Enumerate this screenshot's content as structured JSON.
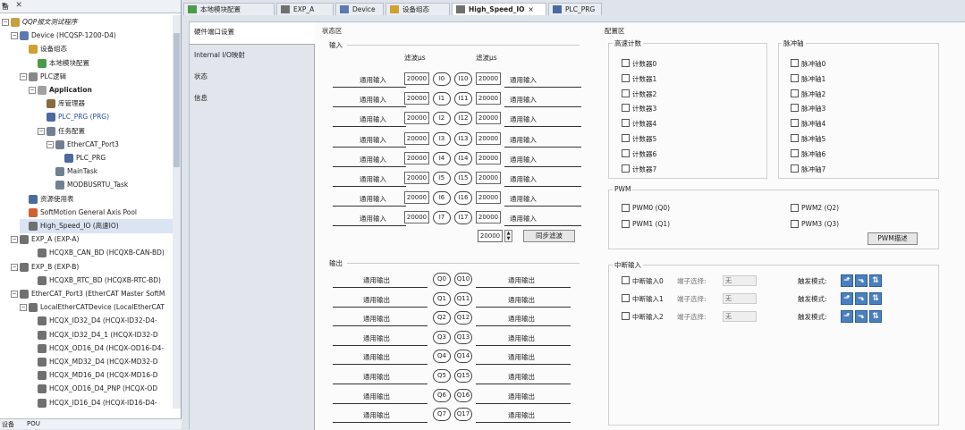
{
  "left_panel": {
    "title": "备",
    "tree": [
      {
        "label": "QQP报文测试程序",
        "indent": 0,
        "toggle": "−",
        "color": "#c8a040",
        "italic": true
      },
      {
        "label": "Device (HCQSP-1200-D4)",
        "indent": 1,
        "toggle": "−",
        "color": "#5a7ab0"
      },
      {
        "label": "设备组态",
        "indent": 2,
        "toggle": "",
        "color": "#d0a030"
      },
      {
        "label": "本地模块配置",
        "indent": 3,
        "toggle": "",
        "color": "#4a9a4a"
      },
      {
        "label": "PLC逻辑",
        "indent": 2,
        "toggle": "−",
        "color": "#888888"
      },
      {
        "label": "Application",
        "indent": 3,
        "toggle": "−",
        "color": "#a0a0a0",
        "bold": true
      },
      {
        "label": "库管理器",
        "indent": 4,
        "toggle": "",
        "color": "#8a6a40"
      },
      {
        "label": "PLC_PRG (PRG)",
        "indent": 4,
        "toggle": "",
        "color": "#4a6aa0",
        "blue": true
      },
      {
        "label": "任务配置",
        "indent": 4,
        "toggle": "−",
        "color": "#708090"
      },
      {
        "label": "EtherCAT_Port3",
        "indent": 5,
        "toggle": "−",
        "color": "#708090"
      },
      {
        "label": "PLC_PRG",
        "indent": 6,
        "toggle": "",
        "color": "#4a6aa0"
      },
      {
        "label": "MainTask",
        "indent": 5,
        "toggle": "",
        "color": "#708090"
      },
      {
        "label": "MODBUSRTU_Task",
        "indent": 5,
        "toggle": "",
        "color": "#708090"
      },
      {
        "label": "资源使用表",
        "indent": 2,
        "toggle": "",
        "color": "#4a6aa0"
      },
      {
        "label": "SoftMotion General Axis Pool",
        "indent": 2,
        "toggle": "",
        "color": "#d06030"
      },
      {
        "label": "High_Speed_IO (高速IO)",
        "indent": 2,
        "toggle": "",
        "color": "#707070",
        "selected": true
      },
      {
        "label": "EXP_A (EXP-A)",
        "indent": 1,
        "toggle": "−",
        "color": "#707070"
      },
      {
        "label": "HCQXB_CAN_BD (HCQXB-CAN-BD)",
        "indent": 3,
        "toggle": "",
        "color": "#707070"
      },
      {
        "label": "EXP_B (EXP-B)",
        "indent": 1,
        "toggle": "−",
        "color": "#707070"
      },
      {
        "label": "HCQXB_RTC_BD (HCQXB-RTC-BD)",
        "indent": 3,
        "toggle": "",
        "color": "#707070"
      },
      {
        "label": "EtherCAT_Port3 (EtherCAT Master SoftM",
        "indent": 1,
        "toggle": "−",
        "color": "#707070"
      },
      {
        "label": "LocalEtherCATDevice (LocalEtherCAT",
        "indent": 2,
        "toggle": "−",
        "color": "#707070"
      },
      {
        "label": "HCQX_ID32_D4 (HCQX-ID32-D4-",
        "indent": 3,
        "toggle": "",
        "color": "#707070"
      },
      {
        "label": "HCQX_ID32_D4_1 (HCQX-ID32-D",
        "indent": 3,
        "toggle": "",
        "color": "#707070"
      },
      {
        "label": "HCQX_OD16_D4 (HCQX-OD16-D4-",
        "indent": 3,
        "toggle": "",
        "color": "#707070"
      },
      {
        "label": "HCQX_MD32_D4 (HCQX-MD32-D",
        "indent": 3,
        "toggle": "",
        "color": "#707070"
      },
      {
        "label": "HCQX_MD16_D4 (HCQX-MD16-D",
        "indent": 3,
        "toggle": "",
        "color": "#707070"
      },
      {
        "label": "HCQX_OD16_D4_PNP (HCQX-OD",
        "indent": 3,
        "toggle": "",
        "color": "#707070"
      },
      {
        "label": "HCQX_ID16_D4 (HCQX-ID16-D4-",
        "indent": 3,
        "toggle": "",
        "color": "#707070"
      }
    ],
    "bottom_tabs": [
      "设备",
      "POU"
    ]
  },
  "tabs": [
    {
      "label": "本地模块配置",
      "color": "#4a9a4a"
    },
    {
      "label": "EXP_A",
      "color": "#707070"
    },
    {
      "label": "Device",
      "color": "#5a7ab0"
    },
    {
      "label": "设备组态",
      "color": "#d0a030"
    },
    {
      "label": "High_Speed_IO",
      "color": "#707070",
      "active": true,
      "close": "×"
    },
    {
      "label": "PLC_PRG",
      "color": "#4a6aa0"
    }
  ],
  "subnav": [
    "硬件端口设置",
    "Internal I/O映射",
    "状态",
    "信息"
  ],
  "status": {
    "title": "状态区",
    "input_title": "输入",
    "filter_label": "滤波μs",
    "input_label": "通用输入",
    "inputs": [
      {
        "left": "I0",
        "right": "I10",
        "lval": "20000",
        "rval": "20000"
      },
      {
        "left": "I1",
        "right": "I11",
        "lval": "20000",
        "rval": "20000"
      },
      {
        "left": "I2",
        "right": "I12",
        "lval": "20000",
        "rval": "20000"
      },
      {
        "left": "I3",
        "right": "I13",
        "lval": "20000",
        "rval": "20000"
      },
      {
        "left": "I4",
        "right": "I14",
        "lval": "20000",
        "rval": "20000"
      },
      {
        "left": "I5",
        "right": "I15",
        "lval": "20000",
        "rval": "20000"
      },
      {
        "left": "I6",
        "right": "I16",
        "lval": "20000",
        "rval": "20000"
      },
      {
        "left": "I7",
        "right": "I17",
        "lval": "20000",
        "rval": "20000"
      }
    ],
    "sync_value": "20000",
    "sync_button": "同步滤波",
    "output_title": "输出",
    "output_label": "通用输出",
    "outputs": [
      {
        "left": "Q0",
        "right": "Q10"
      },
      {
        "left": "Q1",
        "right": "Q11"
      },
      {
        "left": "Q2",
        "right": "Q12"
      },
      {
        "left": "Q3",
        "right": "Q13"
      },
      {
        "left": "Q4",
        "right": "Q14"
      },
      {
        "left": "Q5",
        "right": "Q15"
      },
      {
        "left": "Q6",
        "right": "Q16"
      },
      {
        "left": "Q7",
        "right": "Q17"
      }
    ]
  },
  "config": {
    "title": "配置区",
    "counter_title": "高速计数",
    "counters": [
      "计数器0",
      "计数器1",
      "计数器2",
      "计数器3",
      "计数器4",
      "计数器5",
      "计数器6",
      "计数器7"
    ],
    "pulse_title": "脉冲轴",
    "pulses": [
      "脉冲轴0",
      "脉冲轴1",
      "脉冲轴2",
      "脉冲轴3",
      "脉冲轴4",
      "脉冲轴5",
      "脉冲轴6",
      "脉冲轴7"
    ],
    "pwm_title": "PWM",
    "pwm": [
      "PWM0 (Q0)",
      "PWM2 (Q2)",
      "PWM1 (Q1)",
      "PWM3 (Q3)"
    ],
    "pwm_button": "PWM描述",
    "interrupt_title": "中断输入",
    "interrupts": [
      "中断输入0",
      "中断输入1",
      "中断输入2"
    ],
    "port_select_label": "端子选择:",
    "port_value": "无",
    "trigger_label": "触发模式:",
    "trigger_icons": [
      "rising-edge-icon",
      "falling-edge-icon",
      "both-edge-icon"
    ]
  }
}
